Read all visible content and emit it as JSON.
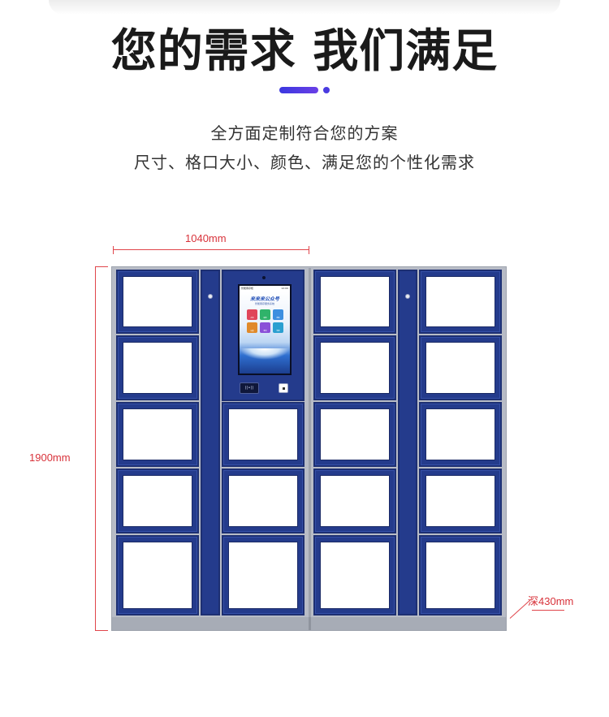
{
  "header": {
    "headline": "您的需求 我们满足",
    "subtitle_line1": "全方面定制符合您的方案",
    "subtitle_line2": "尺寸、格口大小、颜色、满足您的个性化需求"
  },
  "dimensions": {
    "width": "1040mm",
    "height": "1900mm",
    "depth": "深430mm"
  },
  "screen": {
    "status": "智能寄存柜",
    "time": "12:00",
    "title": "来来来公众号",
    "subtitle": "智能寄存服务系统",
    "tiles": [
      {
        "label": "存物",
        "color": "#e0465a"
      },
      {
        "label": "取物",
        "color": "#2fb36a"
      },
      {
        "label": "帮助",
        "color": "#3d8fe0"
      },
      {
        "label": "设置",
        "color": "#e08a2a"
      },
      {
        "label": "查询",
        "color": "#8a4fd8"
      },
      {
        "label": "管理",
        "color": "#2a9fd0"
      }
    ]
  },
  "reader_label": "((•))",
  "colors": {
    "cabinet_blue": "#243b8c",
    "frame_gray": "#b8bcc6",
    "accent_red": "#e0454b",
    "headline": "#1a1a1a",
    "accent_purple": "#3b38e0"
  }
}
